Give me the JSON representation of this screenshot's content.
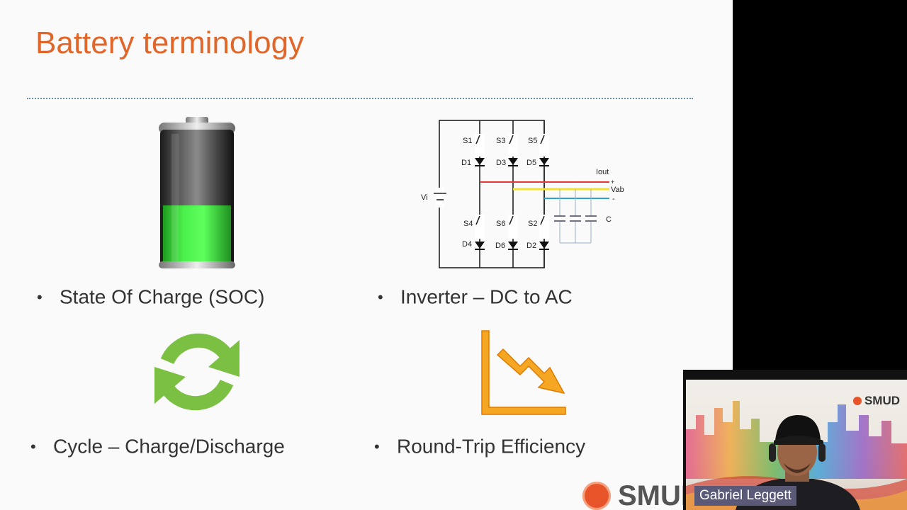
{
  "slide": {
    "title": "Battery terminology",
    "bullets": [
      {
        "text": "State Of Charge (SOC)"
      },
      {
        "text": "Inverter – DC to AC"
      },
      {
        "text": "Cycle – Charge/Discharge"
      },
      {
        "text": "Round-Trip Efficiency"
      }
    ],
    "bullet_symbol": "•",
    "circuit_labels": {
      "s1": "S1",
      "s3": "S3",
      "s5": "S5",
      "s4": "S4",
      "s6": "S6",
      "s2": "S2",
      "d1": "D1",
      "d3": "D3",
      "d5": "D5",
      "d4": "D4",
      "d6": "D6",
      "d2": "D2",
      "vi": "Vi",
      "iout": "Iout",
      "vab": "Vab",
      "plus": "+",
      "minus": "-",
      "c": "C"
    },
    "battery_charge_level": 0.45,
    "logo_text": "SMUD",
    "colors": {
      "title": "#e0662a",
      "battery_fill": "#3fe03f",
      "cycle_icon": "#7bc043",
      "efficiency_icon": "#f5a623",
      "circuit_red": "#e53935",
      "circuit_yellow": "#f2e233",
      "circuit_blue": "#29a3d6"
    },
    "icons": [
      "battery-icon",
      "inverter-circuit-diagram",
      "refresh-cycle-icon",
      "declining-chart-icon"
    ]
  },
  "video": {
    "participant_name": "Gabriel Leggett",
    "logo_text": "SMUD"
  }
}
